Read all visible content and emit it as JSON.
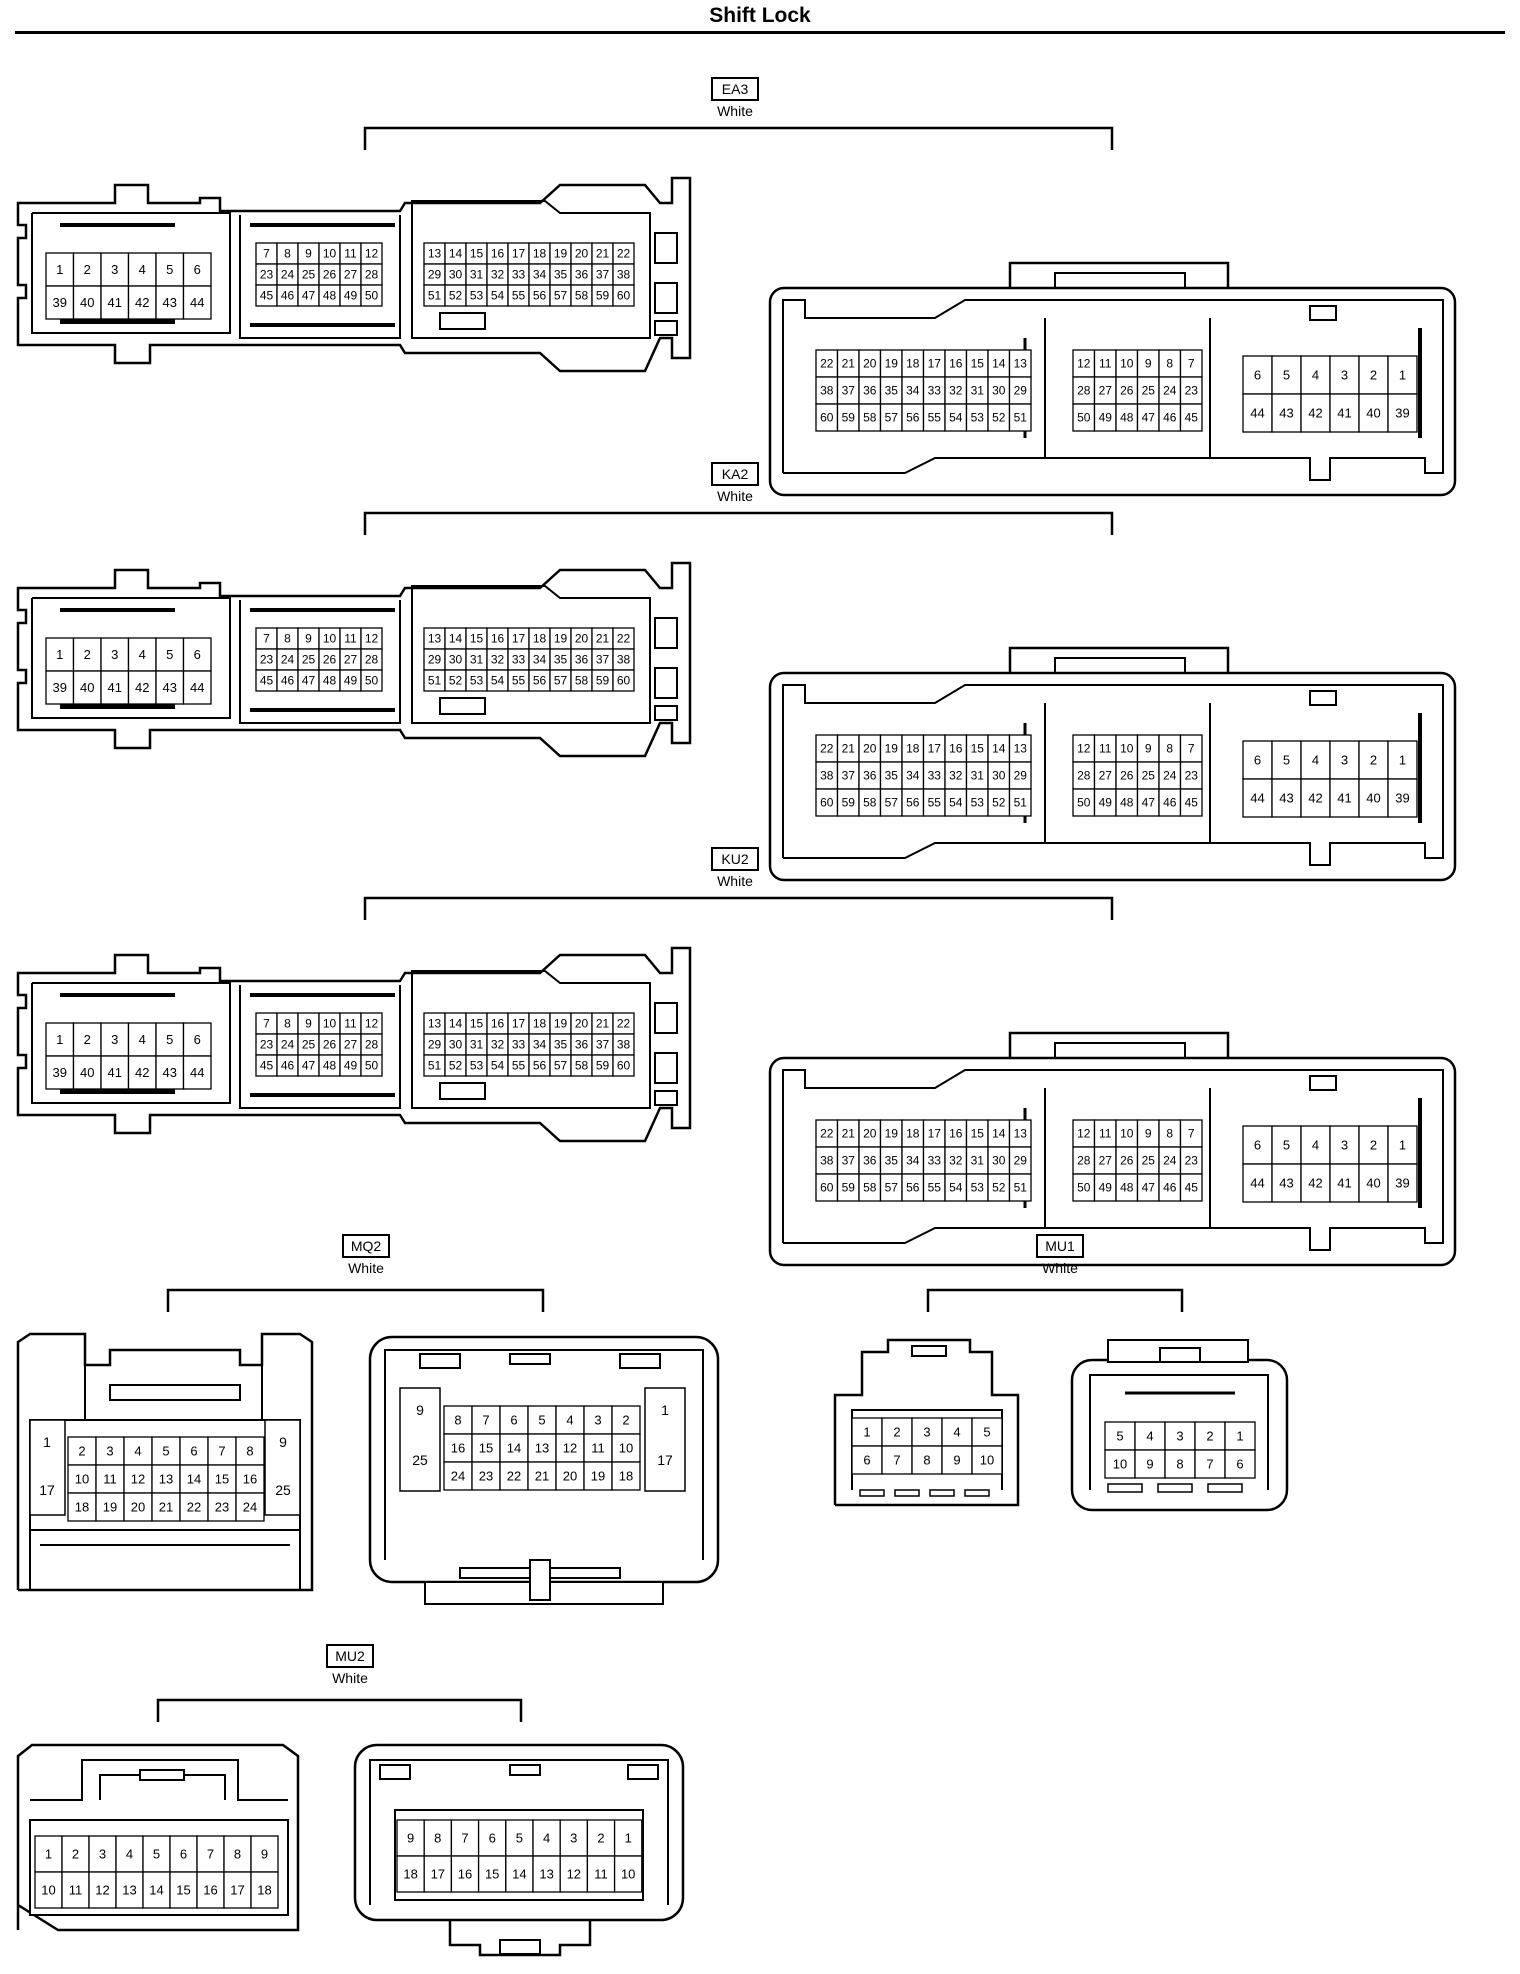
{
  "title": "Shift Lock",
  "connectors": [
    {
      "code": "EA3",
      "color": "White",
      "kind": "ecu",
      "right_bottom_row": [
        "44",
        "43",
        "42",
        "41",
        "40",
        "39"
      ]
    },
    {
      "code": "KA2",
      "color": "White",
      "kind": "ecu",
      "right_bottom_row": [
        "44",
        "43",
        "42",
        "41",
        "40",
        "39"
      ]
    },
    {
      "code": "KU2",
      "color": "White",
      "kind": "ecu",
      "right_bottom_row": [
        "44",
        "43",
        "42",
        "41",
        "40",
        "39"
      ]
    },
    {
      "code": "MQ2",
      "color": "White",
      "kind": "mq"
    },
    {
      "code": "MU1",
      "color": "White",
      "kind": "mu1"
    },
    {
      "code": "MU2",
      "color": "White",
      "kind": "mu2"
    }
  ],
  "ecu_pins": {
    "left_a": [
      [
        "1",
        "2",
        "3",
        "4",
        "5",
        "6"
      ],
      [
        "39",
        "40",
        "41",
        "42",
        "43",
        "44"
      ]
    ],
    "left_b": [
      [
        "7",
        "8",
        "9",
        "10",
        "11",
        "12"
      ],
      [
        "23",
        "24",
        "25",
        "26",
        "27",
        "28"
      ],
      [
        "45",
        "46",
        "47",
        "48",
        "49",
        "50"
      ]
    ],
    "left_c": [
      [
        "13",
        "14",
        "15",
        "16",
        "17",
        "18",
        "19",
        "20",
        "21",
        "22"
      ],
      [
        "29",
        "30",
        "31",
        "32",
        "33",
        "34",
        "35",
        "36",
        "37",
        "38"
      ],
      [
        "51",
        "52",
        "53",
        "54",
        "55",
        "56",
        "57",
        "58",
        "59",
        "60"
      ]
    ],
    "right_a": [
      [
        "22",
        "21",
        "20",
        "19",
        "18",
        "17",
        "16",
        "15",
        "14",
        "13"
      ],
      [
        "38",
        "37",
        "36",
        "35",
        "34",
        "33",
        "32",
        "31",
        "30",
        "29"
      ],
      [
        "60",
        "59",
        "58",
        "57",
        "56",
        "55",
        "54",
        "53",
        "52",
        "51"
      ]
    ],
    "right_b": [
      [
        "12",
        "11",
        "10",
        "9",
        "8",
        "7"
      ],
      [
        "28",
        "27",
        "26",
        "25",
        "24",
        "23"
      ],
      [
        "50",
        "49",
        "48",
        "47",
        "46",
        "45"
      ]
    ],
    "right_c_top": [
      "6",
      "5",
      "4",
      "3",
      "2",
      "1"
    ]
  },
  "mq2_pins": {
    "left": {
      "side_left": [
        "1",
        "17"
      ],
      "side_right": [
        "9",
        "25"
      ],
      "grid": [
        [
          "2",
          "3",
          "4",
          "5",
          "6",
          "7",
          "8"
        ],
        [
          "10",
          "11",
          "12",
          "13",
          "14",
          "15",
          "16"
        ],
        [
          "18",
          "19",
          "20",
          "21",
          "22",
          "23",
          "24"
        ]
      ]
    },
    "right": {
      "side_left": [
        "9",
        "25"
      ],
      "side_right": [
        "1",
        "17"
      ],
      "grid": [
        [
          "8",
          "7",
          "6",
          "5",
          "4",
          "3",
          "2"
        ],
        [
          "16",
          "15",
          "14",
          "13",
          "12",
          "11",
          "10"
        ],
        [
          "24",
          "23",
          "22",
          "21",
          "20",
          "19",
          "18"
        ]
      ]
    }
  },
  "mu1_pins": {
    "left": [
      [
        "1",
        "2",
        "3",
        "4",
        "5"
      ],
      [
        "6",
        "7",
        "8",
        "9",
        "10"
      ]
    ],
    "right": [
      [
        "5",
        "4",
        "3",
        "2",
        "1"
      ],
      [
        "10",
        "9",
        "8",
        "7",
        "6"
      ]
    ]
  },
  "mu2_pins": {
    "left": [
      [
        "1",
        "2",
        "3",
        "4",
        "5",
        "6",
        "7",
        "8",
        "9"
      ],
      [
        "10",
        "11",
        "12",
        "13",
        "14",
        "15",
        "16",
        "17",
        "18"
      ]
    ],
    "right": [
      [
        "9",
        "8",
        "7",
        "6",
        "5",
        "4",
        "3",
        "2",
        "1"
      ],
      [
        "18",
        "17",
        "16",
        "15",
        "14",
        "13",
        "12",
        "11",
        "10"
      ]
    ]
  }
}
